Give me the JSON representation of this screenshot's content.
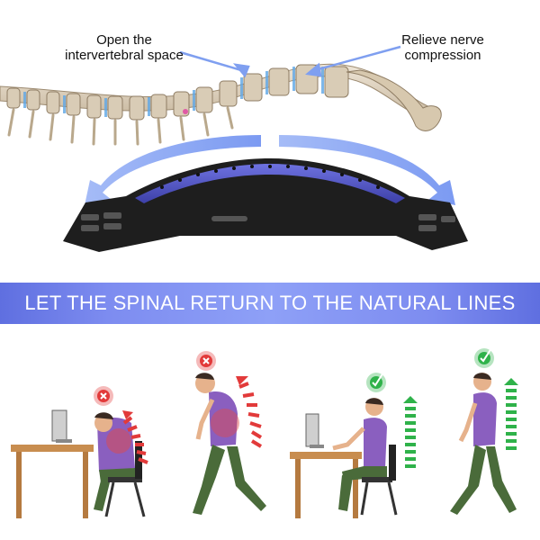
{
  "callouts": {
    "left": [
      "Open the",
      "intervertebral space"
    ],
    "right": [
      "Relieve nerve",
      "compression"
    ]
  },
  "banner": {
    "text": "LET THE SPINAL RETURN TO THE NATURAL LINES",
    "color": "#7d8cf0"
  },
  "figures": [
    {
      "posture": "bad",
      "activity": "sitting",
      "status_icon": "x-icon"
    },
    {
      "posture": "bad",
      "activity": "walking",
      "status_icon": "x-icon"
    },
    {
      "posture": "good",
      "activity": "sitting",
      "status_icon": "check-icon"
    },
    {
      "posture": "good",
      "activity": "walking",
      "status_icon": "check-icon"
    }
  ],
  "colors": {
    "bad": "#e23a3a",
    "good": "#2fb24a",
    "arrow_blue": "#7f9ff0",
    "stretcher": "#2a2a2a",
    "stretcher_pad": "#5a5fd0"
  }
}
